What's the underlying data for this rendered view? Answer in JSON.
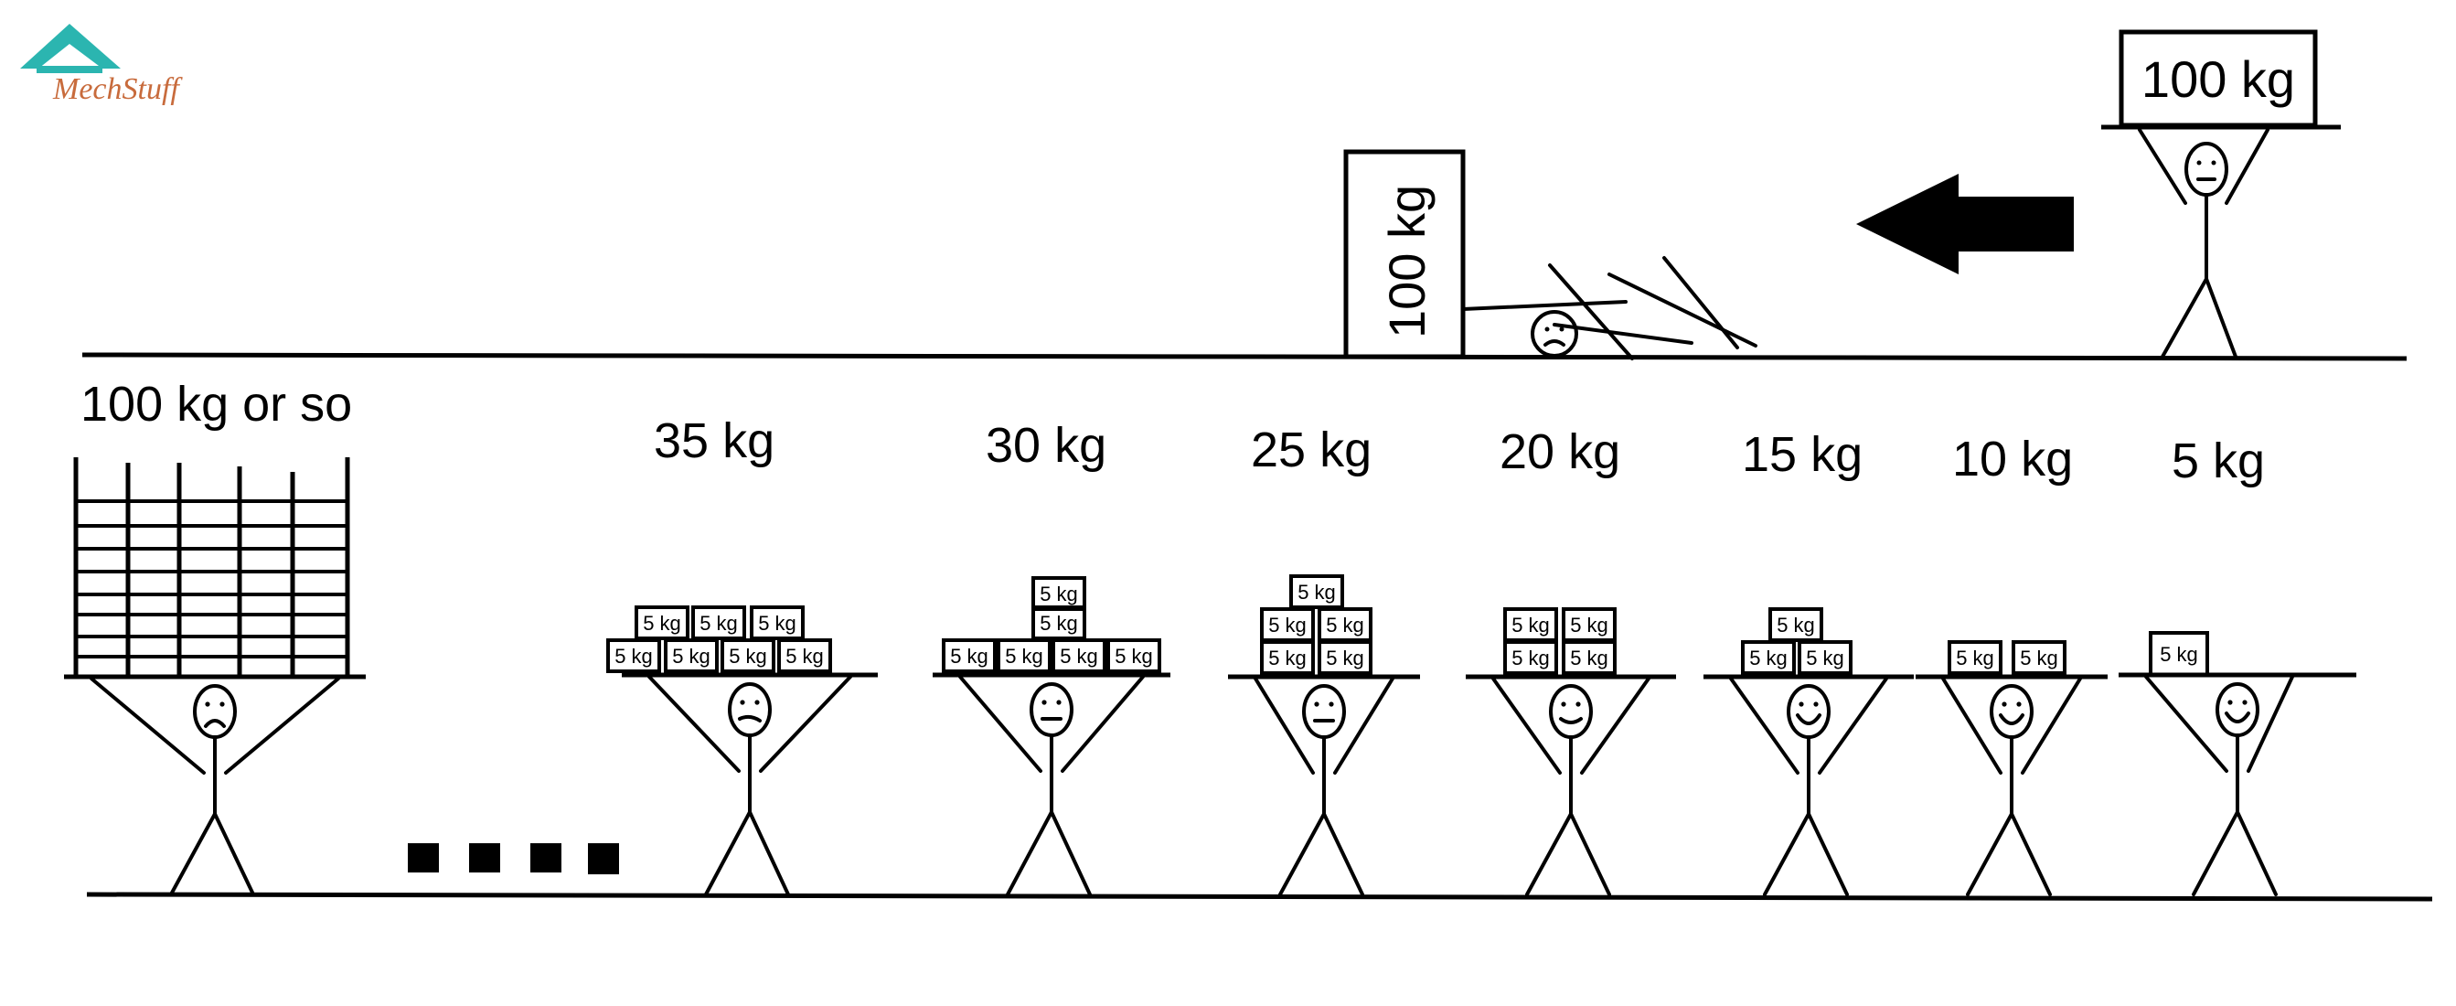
{
  "logo": {
    "text": "MechStuff",
    "color": "#2bb5b0"
  },
  "top_scene": {
    "falling_box_label": "100 kg",
    "lifted_box_label": "100 kg",
    "arrow_direction": "left"
  },
  "figures": [
    {
      "id": "f100",
      "label": "100 kg or so",
      "load": "grid",
      "face": "sad"
    },
    {
      "id": "f35",
      "label": "35 kg",
      "load": "boxes7",
      "face": "strained"
    },
    {
      "id": "f30",
      "label": "30 kg",
      "load": "boxes6",
      "face": "neutral"
    },
    {
      "id": "f25",
      "label": "25 kg",
      "load": "boxes5",
      "face": "neutral"
    },
    {
      "id": "f20",
      "label": "20 kg",
      "load": "boxes4",
      "face": "slight-smile"
    },
    {
      "id": "f15",
      "label": "15 kg",
      "load": "boxes3",
      "face": "smile"
    },
    {
      "id": "f10",
      "label": "10 kg",
      "load": "boxes2",
      "face": "smile"
    },
    {
      "id": "f5",
      "label": "5 kg",
      "load": "boxes1",
      "face": "smile"
    }
  ],
  "box_label": "5 kg"
}
